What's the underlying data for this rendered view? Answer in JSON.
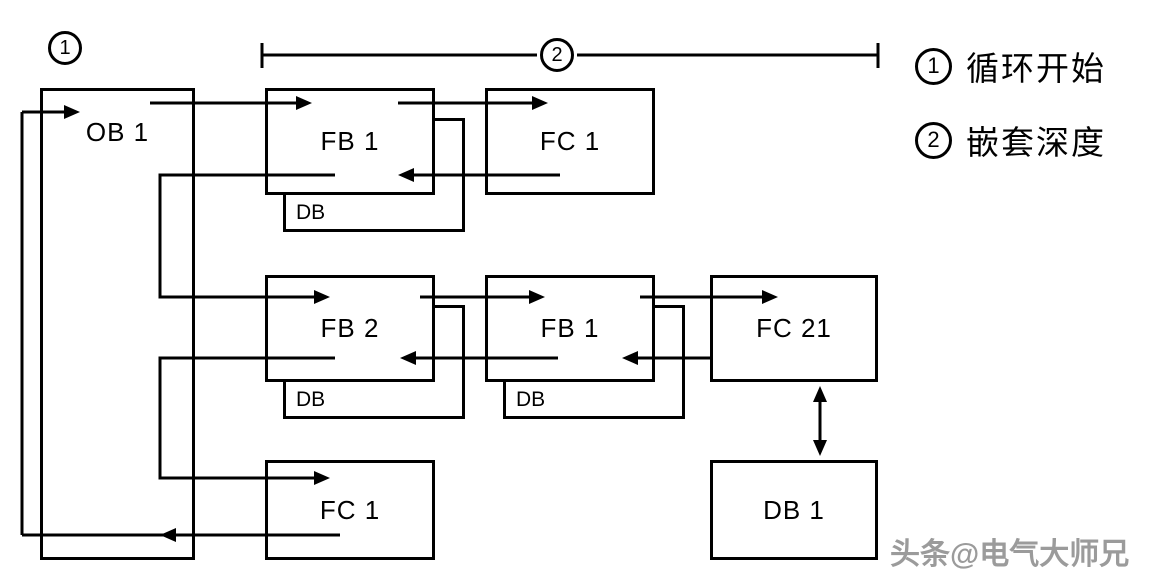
{
  "diagram": {
    "marker_cycle_start": "1",
    "marker_nesting_depth": "2",
    "blocks": {
      "ob1": "OB 1",
      "fb1_row1": "FB 1",
      "db_row1": "DB",
      "fc1_row1": "FC 1",
      "fb2": "FB 2",
      "db_row2a": "DB",
      "fb1_row2": "FB 1",
      "db_row2b": "DB",
      "fc21": "FC 21",
      "fc1_row3": "FC 1",
      "db1": "DB 1"
    }
  },
  "legend": {
    "items": [
      {
        "number": "1",
        "label": "循环开始"
      },
      {
        "number": "2",
        "label": "嵌套深度"
      }
    ]
  },
  "watermark": "头条@电气大师兄",
  "colors": {
    "line": "#000000",
    "watermark": "#9b9b9b",
    "background": "#ffffff"
  }
}
